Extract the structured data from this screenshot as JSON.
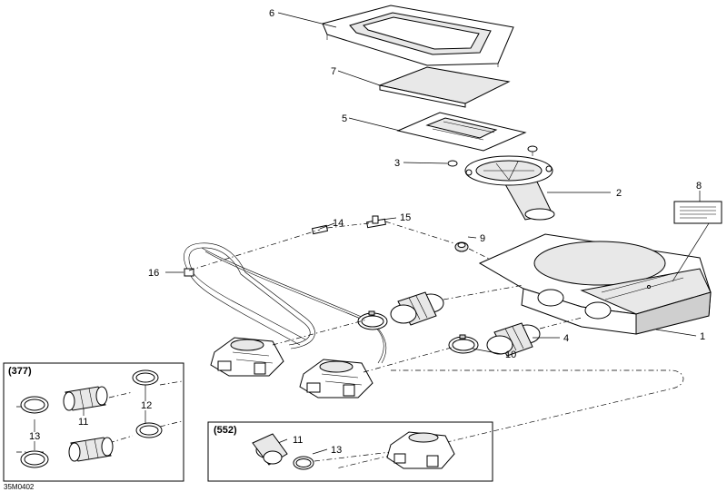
{
  "labels": {
    "l1": "1",
    "l2": "2",
    "l3": "3",
    "l4": "4",
    "l5": "5",
    "l6": "6",
    "l7": "7",
    "l8": "8",
    "l9": "9",
    "l10": "10",
    "l14": "14",
    "l15": "15",
    "l16": "16"
  },
  "inset_377": {
    "title": "(377)",
    "l11": "11",
    "l12": "12",
    "l13": "13"
  },
  "inset_552": {
    "title": "(552)",
    "l11": "11",
    "l13": "13"
  },
  "drawing_code": "35M0402"
}
